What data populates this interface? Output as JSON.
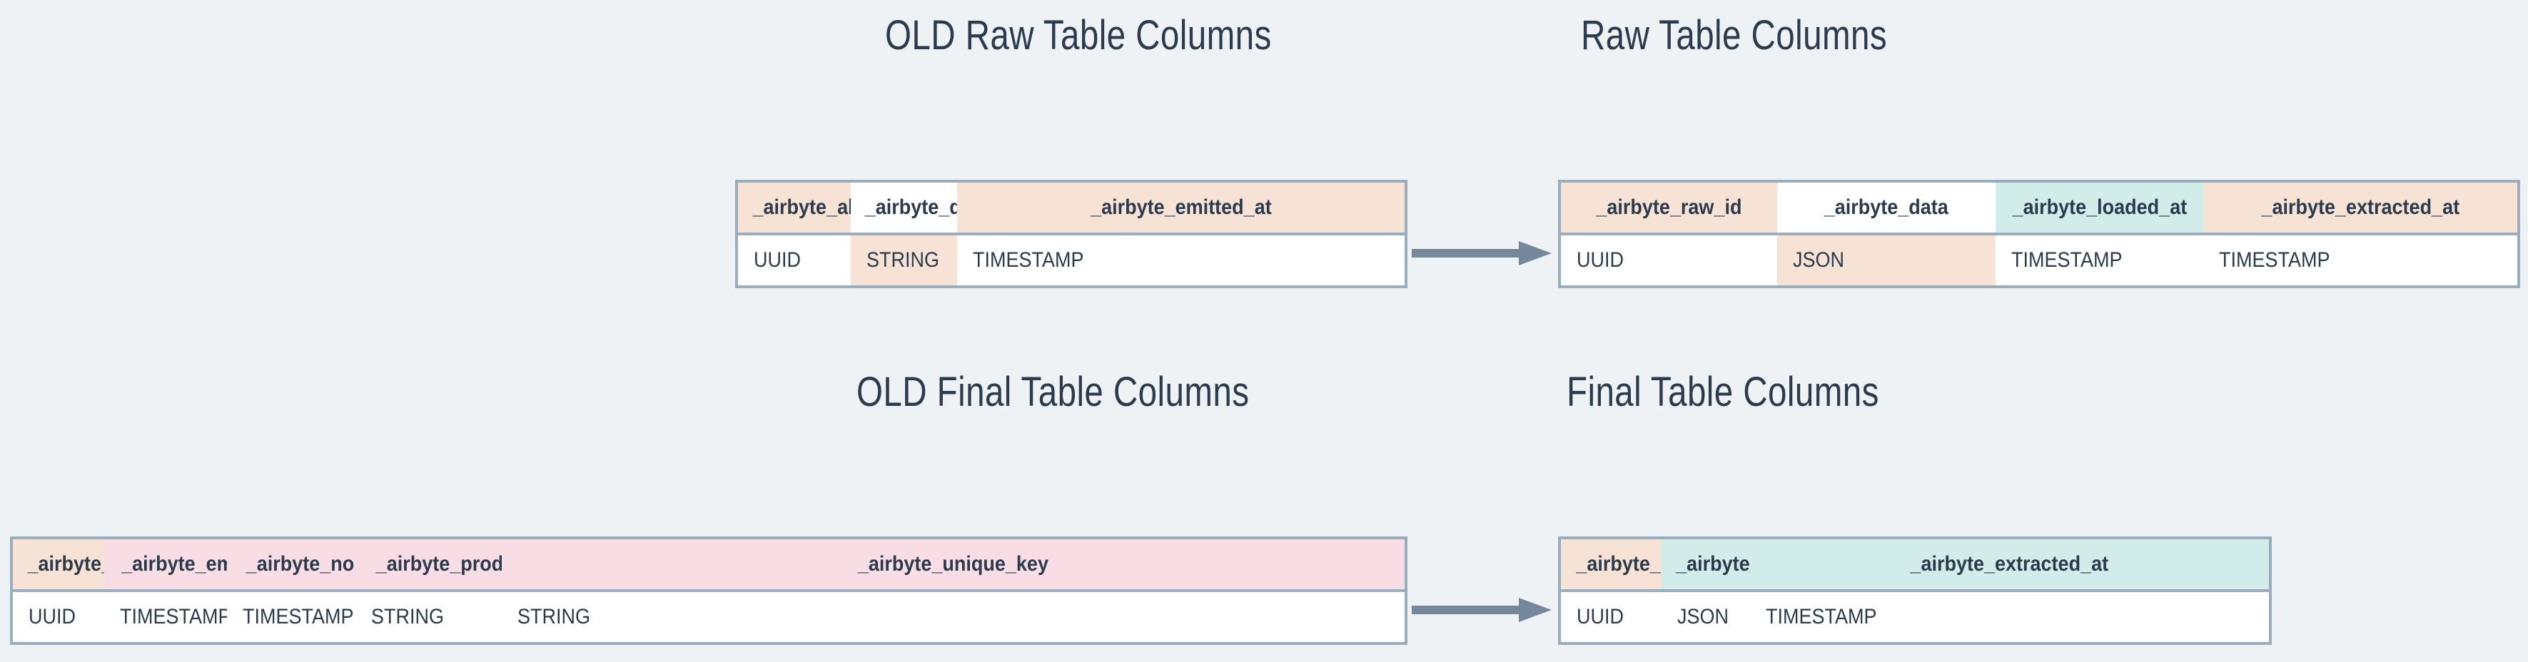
{
  "background_color": "#eef2f5",
  "palette": {
    "peach": "#f7e2d6",
    "teal": "#d2ece9",
    "pink": "#f8dde4",
    "white": "#ffffff",
    "border": "#9aadbd",
    "text": "#2b3b4d",
    "arrow": "#74879b"
  },
  "titles": {
    "old_raw": "OLD Raw Table Columns",
    "new_raw": "Raw Table Columns",
    "old_final": "OLD Final Table Columns",
    "new_final": "Final Table Columns"
  },
  "arrows": {
    "raw": "arrow-right",
    "final": "arrow-right"
  },
  "tables": {
    "old_raw": {
      "columns": [
        {
          "name": "_airbyte_ab_id",
          "type": "UUID",
          "header_fill": "peach",
          "type_fill": "white"
        },
        {
          "name": "_airbyte_data",
          "type": "STRING",
          "header_fill": "white",
          "type_fill": "peach"
        },
        {
          "name": "_airbyte_emitted_at",
          "type": "TIMESTAMP",
          "header_fill": "peach",
          "type_fill": "white"
        }
      ]
    },
    "new_raw": {
      "columns": [
        {
          "name": "_airbyte_raw_id",
          "type": "UUID",
          "header_fill": "peach",
          "type_fill": "white"
        },
        {
          "name": "_airbyte_data",
          "type": "JSON",
          "header_fill": "white",
          "type_fill": "peach"
        },
        {
          "name": "_airbyte_loaded_at",
          "type": "TIMESTAMP",
          "header_fill": "teal",
          "type_fill": "white"
        },
        {
          "name": "_airbyte_extracted_at",
          "type": "TIMESTAMP",
          "header_fill": "peach",
          "type_fill": "white"
        }
      ]
    },
    "old_final": {
      "columns": [
        {
          "name": "_airbyte_ab_id",
          "type": "UUID",
          "header_fill": "peach",
          "type_fill": "white"
        },
        {
          "name": "_airbyte_emitted_at",
          "type": "TIMESTAMP",
          "header_fill": "pink",
          "type_fill": "white"
        },
        {
          "name": "_airbyte_normalized_at",
          "type": "TIMESTAMP",
          "header_fill": "pink",
          "type_fill": "white"
        },
        {
          "name": "_airbyte_products_hashid",
          "type": "STRING",
          "header_fill": "pink",
          "type_fill": "white"
        },
        {
          "name": "_airbyte_unique_key",
          "type": "STRING",
          "header_fill": "pink",
          "type_fill": "white"
        }
      ]
    },
    "new_final": {
      "columns": [
        {
          "name": "_airbyte_raw_id",
          "type": "UUID",
          "header_fill": "peach",
          "type_fill": "white"
        },
        {
          "name": "_airbyte_meta",
          "type": "JSON",
          "header_fill": "teal",
          "type_fill": "white"
        },
        {
          "name": "_airbyte_extracted_at",
          "type": "TIMESTAMP",
          "header_fill": "teal",
          "type_fill": "white"
        }
      ]
    }
  }
}
